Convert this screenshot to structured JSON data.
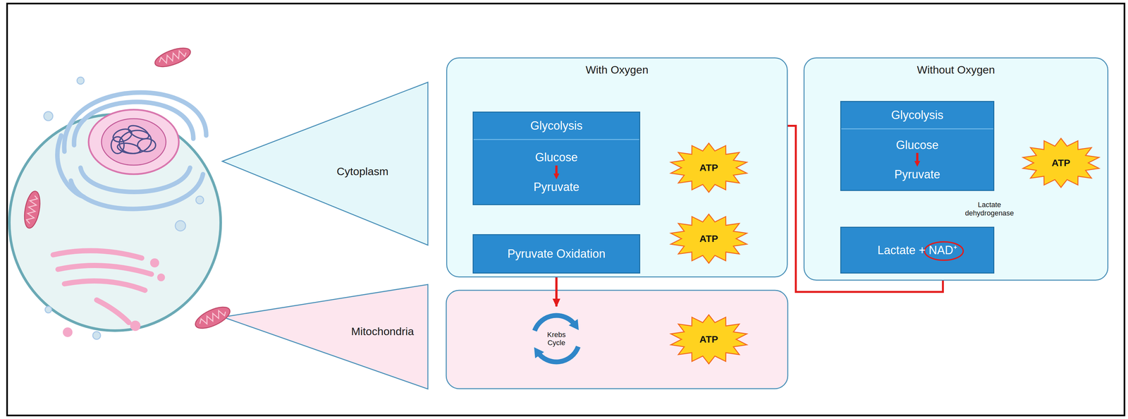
{
  "diagram": {
    "nodes": [
      {
        "text": [
          "With Oxygen"
        ]
      },
      {
        "text": [
          "Glycolysis",
          "Glucose",
          "Pyruvate"
        ],
        "in": 0
      },
      {
        "text": [
          "ATP"
        ],
        "in": 0
      },
      {
        "text": [
          "Pyruvate Oxidation"
        ],
        "in": 0
      },
      {
        "text": [
          "ATP"
        ],
        "in": 0
      },
      {
        "text": [
          "Krebs Cycle"
        ]
      },
      {
        "text": [
          "ATP"
        ]
      },
      {
        "text": [
          "Without Oxygen"
        ]
      },
      {
        "text": [
          "Glycolysis",
          "Glucose",
          "Pyruvate"
        ],
        "in": 7
      },
      {
        "text": [
          "ATP"
        ],
        "in": 7
      },
      {
        "text": [
          "Lactate + NAD⁺"
        ],
        "in": 7
      }
    ],
    "edges": [
      {
        "from": 1,
        "to": 3,
        "arrow": "to"
      },
      {
        "from": 3,
        "to": 5,
        "arrow": "to"
      },
      {
        "from": 8,
        "to": 10,
        "arrow": "to"
      },
      {
        "from": 8,
        "to": 10,
        "label": "Lactate dehydrogenase",
        "arrow": "to"
      },
      {
        "from": 10,
        "to": 1,
        "arrow": "to"
      }
    ],
    "labels": [
      "Cytoplasm",
      "Mitochondria"
    ]
  }
}
